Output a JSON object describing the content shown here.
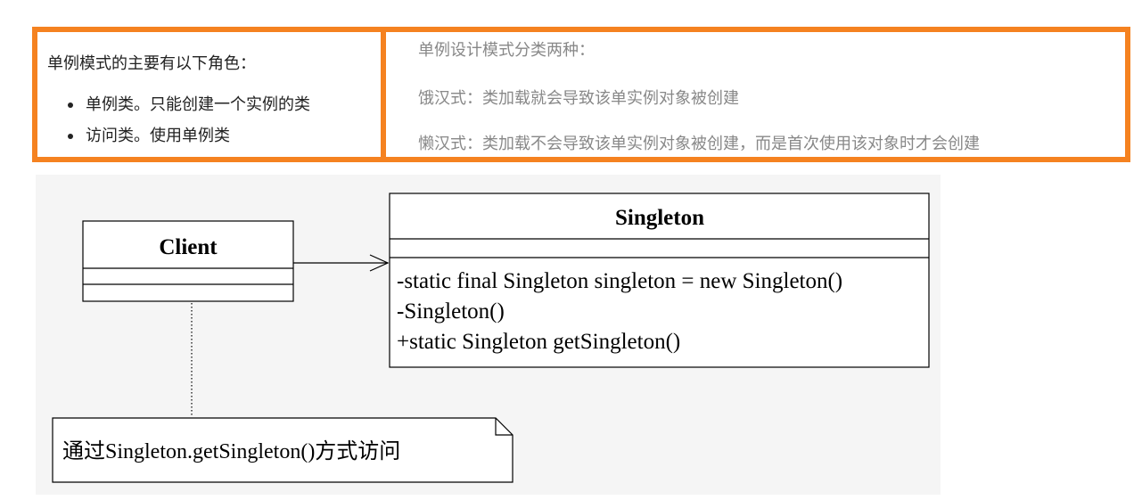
{
  "roles": {
    "heading": "单例模式的主要有以下角色：",
    "items": [
      "单例类。只能创建一个实例的类",
      "访问类。使用单例类"
    ]
  },
  "types": {
    "heading": "单例设计模式分类两种：",
    "hungry": "饿汉式：类加载就会导致该单实例对象被创建",
    "lazy": "懒汉式：类加载不会导致该单实例对象被创建，而是首次使用该对象时才会创建"
  },
  "diagram": {
    "client": {
      "name": "Client"
    },
    "singleton": {
      "name": "Singleton",
      "members": [
        "-static final Singleton singleton = new Singleton()",
        "-Singleton()",
        "+static Singleton getSingleton()"
      ]
    },
    "note": "通过Singleton.getSingleton()方式访问"
  },
  "colors": {
    "highlight_border": "#f58220",
    "muted_text": "#888888"
  }
}
